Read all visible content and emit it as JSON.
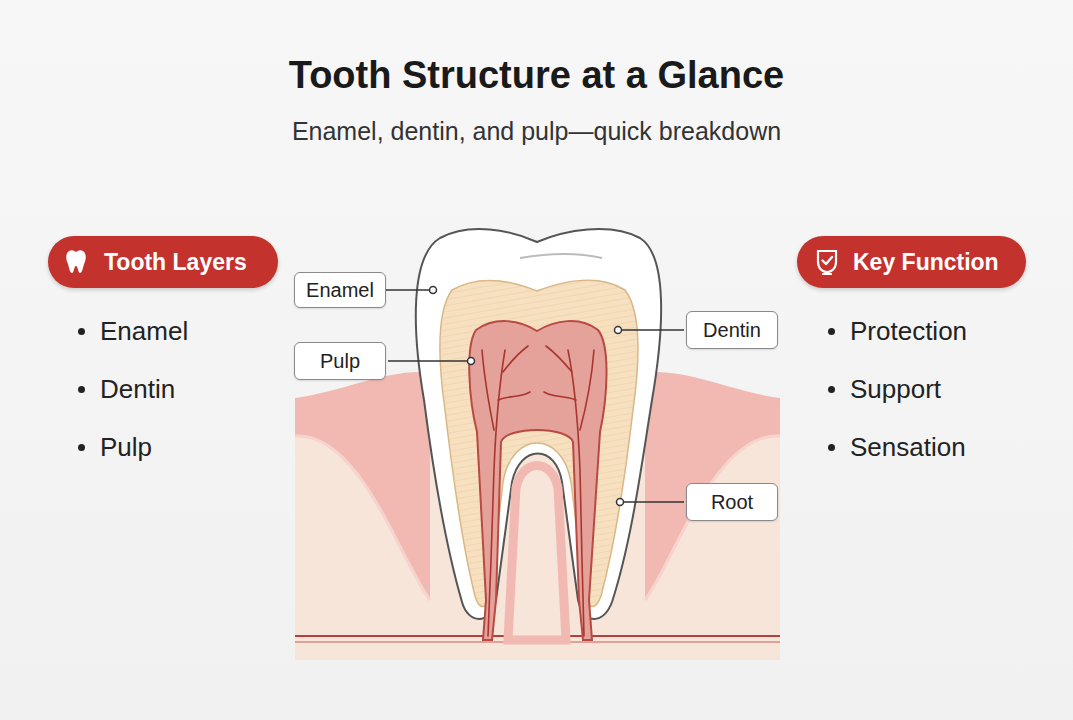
{
  "diagram": {
    "title": "Tooth Structure at a Glance",
    "caption": "Enamel, dentin, and pulp—quick breakdown",
    "nodes": [
      {
        "text": [
          "Tooth Layers"
        ]
      },
      {
        "text": [
          "Enamel"
        ]
      },
      {
        "text": [
          "Pulp"
        ]
      },
      {
        "text": [
          "Dentin"
        ]
      },
      {
        "text": [
          "Root"
        ]
      },
      {
        "text": [
          "Key Function"
        ]
      }
    ],
    "labels": [
      "Enamel",
      "Dentin",
      "Pulp",
      "Protection",
      "Support",
      "Sensation"
    ]
  }
}
